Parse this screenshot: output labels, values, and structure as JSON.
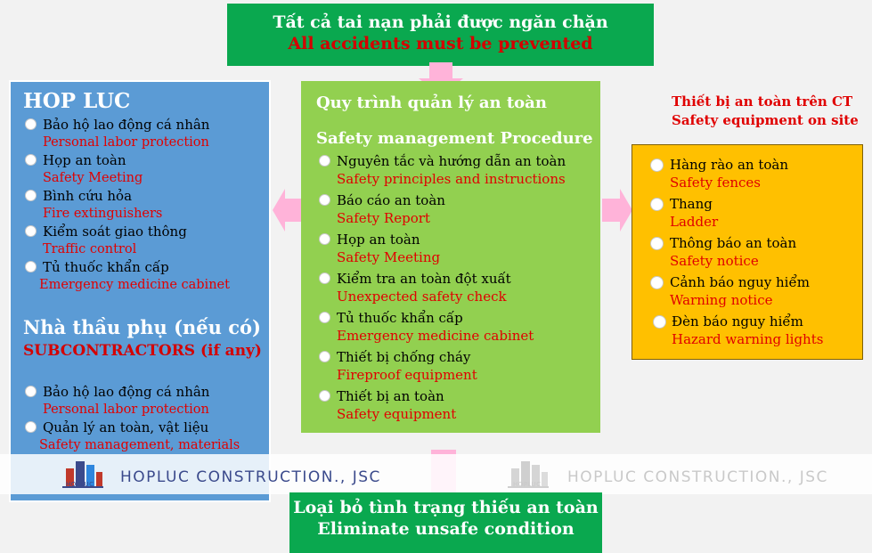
{
  "top": {
    "vi": "Tất cả tai nạn phải được ngăn chặn",
    "en": "All accidents must be prevented"
  },
  "left": {
    "header": "HOP LUC",
    "items": [
      {
        "vi": "Bảo hộ lao động cá nhân",
        "en": "Personal labor protection"
      },
      {
        "vi": "Họp an toàn",
        "en": "Safety Meeting"
      },
      {
        "vi": "Bình cứu hỏa",
        "en": "Fire extinguishers"
      },
      {
        "vi": "Kiểm soát giao thông",
        "en": "Traffic control"
      },
      {
        "vi": "Tủ thuốc khẩn cấp",
        "en": "Emergency medicine cabinet"
      }
    ],
    "sub_vi": "Nhà thầu phụ (nếu có)",
    "sub_en": "SUBCONTRACTORS (if any)",
    "sub_items": [
      {
        "vi": "Bảo hộ lao động cá nhân",
        "en": "Personal labor protection"
      },
      {
        "vi": "Quản lý an toàn, vật liệu",
        "en": "Safety management, materials"
      }
    ]
  },
  "middle": {
    "title_vi": "Quy trình quản lý an toàn",
    "title_en": "Safety management Procedure",
    "items": [
      {
        "vi": "Nguyên tắc và hướng dẫn an toàn",
        "en": "Safety principles and instructions"
      },
      {
        "vi": "Báo cáo an toàn",
        "en": "Safety Report"
      },
      {
        "vi": "Họp an toàn",
        "en": "Safety Meeting"
      },
      {
        "vi": "Kiểm tra an toàn đột xuất",
        "en": "Unexpected safety check"
      },
      {
        "vi": "Tủ thuốc khẩn cấp",
        "en": "Emergency medicine cabinet"
      },
      {
        "vi": "Thiết bị chống cháy",
        "en": "Fireproof equipment"
      },
      {
        "vi": "Thiết bị an toàn",
        "en": "Safety equipment"
      }
    ]
  },
  "right": {
    "title_vi": "Thiết bị an toàn trên CT",
    "title_en": "Safety equipment on site",
    "items": [
      {
        "vi": "Hàng rào an toàn",
        "en": "Safety fences"
      },
      {
        "vi": "Thang",
        "en": "Ladder"
      },
      {
        "vi": "Thông báo an toàn",
        "en": "Safety notice"
      },
      {
        "vi": "Cảnh báo nguy hiểm",
        "en": "Warning notice"
      },
      {
        "vi": "Đèn báo nguy hiểm",
        "en": "Hazard warning lights"
      }
    ]
  },
  "bottom": {
    "vi": "Loại bỏ tình trạng thiếu an toàn",
    "en": "Eliminate unsafe condition"
  },
  "watermark": {
    "text": "HOPLUC CONSTRUCTION., JSC",
    "logo_text": "HOPLUC"
  },
  "colors": {
    "green_dark": "#0aa84f",
    "blue": "#5b9bd5",
    "green_light": "#92d050",
    "orange": "#ffc000",
    "pink_arrow": "#ffb3d9",
    "red_text": "#e00000"
  }
}
